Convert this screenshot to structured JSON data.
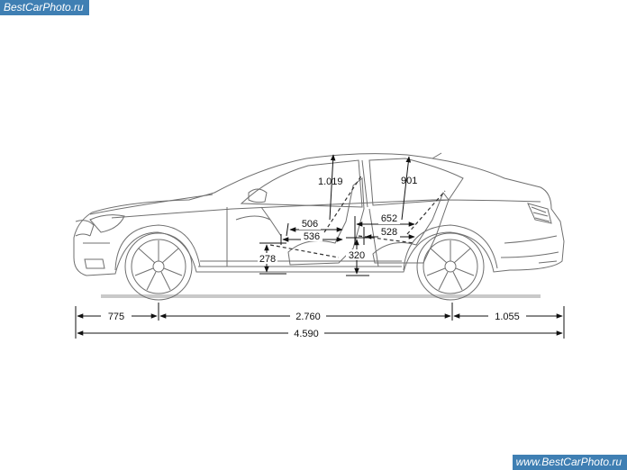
{
  "watermark": {
    "top": "BestCarPhoto.ru",
    "bottom": "www.BestCarPhoto.ru"
  },
  "dimensions": {
    "front_overhang": "775",
    "wheelbase": "2.760",
    "rear_overhang": "1.055",
    "overall_length": "4.590",
    "front_headroom": "1.019",
    "rear_headroom": "901",
    "front_seat_depth_a": "506",
    "front_seat_depth_b": "536",
    "rear_seat_depth_a": "652",
    "rear_seat_depth_b": "528",
    "front_seat_height": "278",
    "rear_seat_height": "320"
  },
  "colors": {
    "line": "#6f6f6f",
    "dimension": "#111111",
    "ground": "#c9c9c9",
    "watermark_bg": "#3f7fb3"
  }
}
